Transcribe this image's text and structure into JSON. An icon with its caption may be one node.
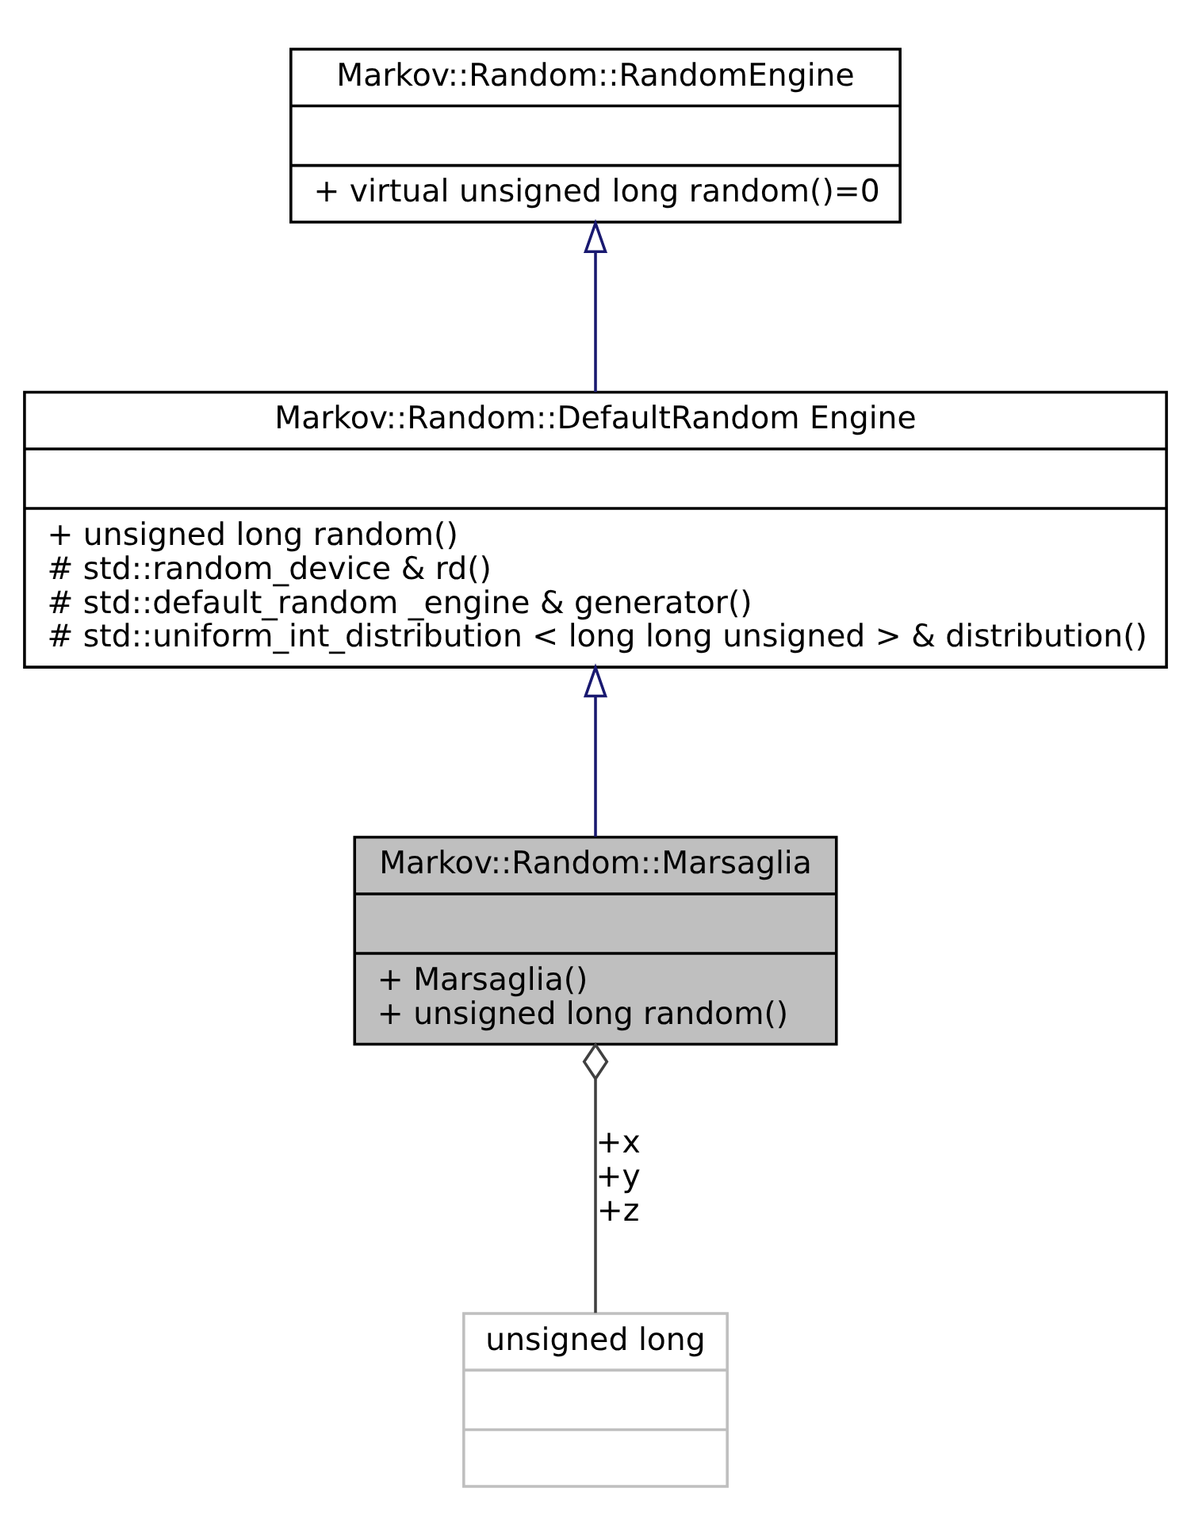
{
  "diagram": {
    "nodes": [
      {
        "text": [
          "Markov::Random::RandomEngine",
          "+ virtual unsigned long random()=0"
        ]
      },
      {
        "text": [
          "Markov::Random::DefaultRandom Engine",
          "+ unsigned long random()",
          "# std::random_device & rd()",
          "# std::default_random _engine & generator()",
          "# std::uniform_int_distribution < long long unsigned > & distribution()"
        ]
      },
      {
        "text": [
          "unsigned long"
        ]
      },
      {
        "text": [
          "Markov::Random::Marsaglia",
          "+ Marsaglia()",
          "+ unsigned long random()"
        ]
      }
    ],
    "edges": [
      {
        "from": 1,
        "to": 0,
        "arrow": "to"
      },
      {
        "from": 3,
        "to": 1,
        "arrow": "to"
      },
      {
        "from": 2,
        "to": 3,
        "arrow": "other",
        "label": "+x +y +z",
        "color": "#404040"
      }
    ]
  }
}
